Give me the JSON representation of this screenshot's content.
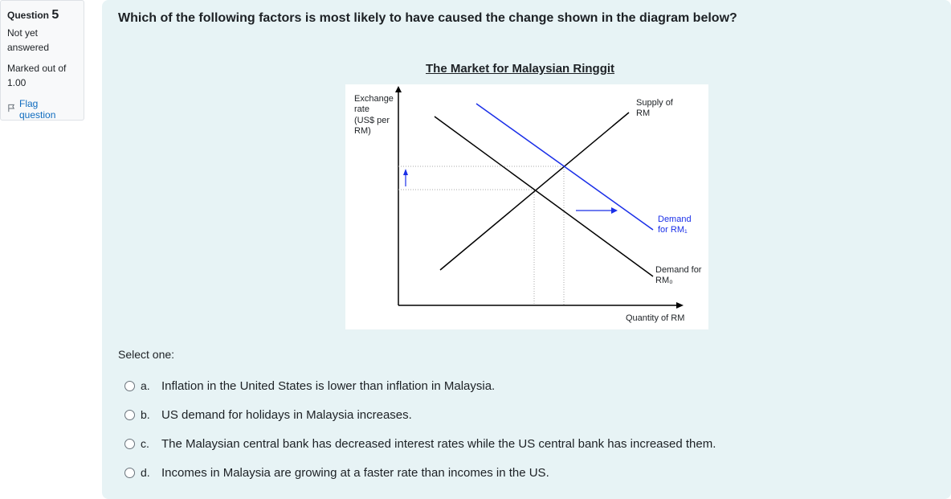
{
  "info": {
    "question_label": "Question",
    "question_number": "5",
    "state": "Not yet answered",
    "grade": "Marked out of 1.00",
    "flag_label": "Flag question"
  },
  "question": {
    "text": "Which of the following factors is most likely to have caused the change shown in the diagram below?",
    "diagram_title": "The Market for Malaysian Ringgit",
    "diagram": {
      "y_axis_label": [
        "Exchange",
        "rate",
        "(US$ per",
        "RM)"
      ],
      "x_axis_label": "Quantity of RM",
      "supply_label": [
        "Supply of",
        "RM"
      ],
      "demand1_label": [
        "Demand",
        "for RM₁"
      ],
      "demand0_label": [
        "Demand for",
        "RM₀"
      ]
    },
    "select_prompt": "Select one:",
    "options": [
      {
        "letter": "a.",
        "text": "Inflation in the United States is lower than inflation in Malaysia."
      },
      {
        "letter": "b.",
        "text": "US demand for holidays in Malaysia increases."
      },
      {
        "letter": "c.",
        "text": "The Malaysian central bank has decreased interest rates while the US central bank has increased them."
      },
      {
        "letter": "d.",
        "text": "Incomes in Malaysia are growing at a faster rate than incomes in the US."
      }
    ]
  },
  "colors": {
    "accent": "#0f6cbf",
    "panel_bg": "#e7f3f5",
    "demand1_line": "#1a2fe8"
  }
}
